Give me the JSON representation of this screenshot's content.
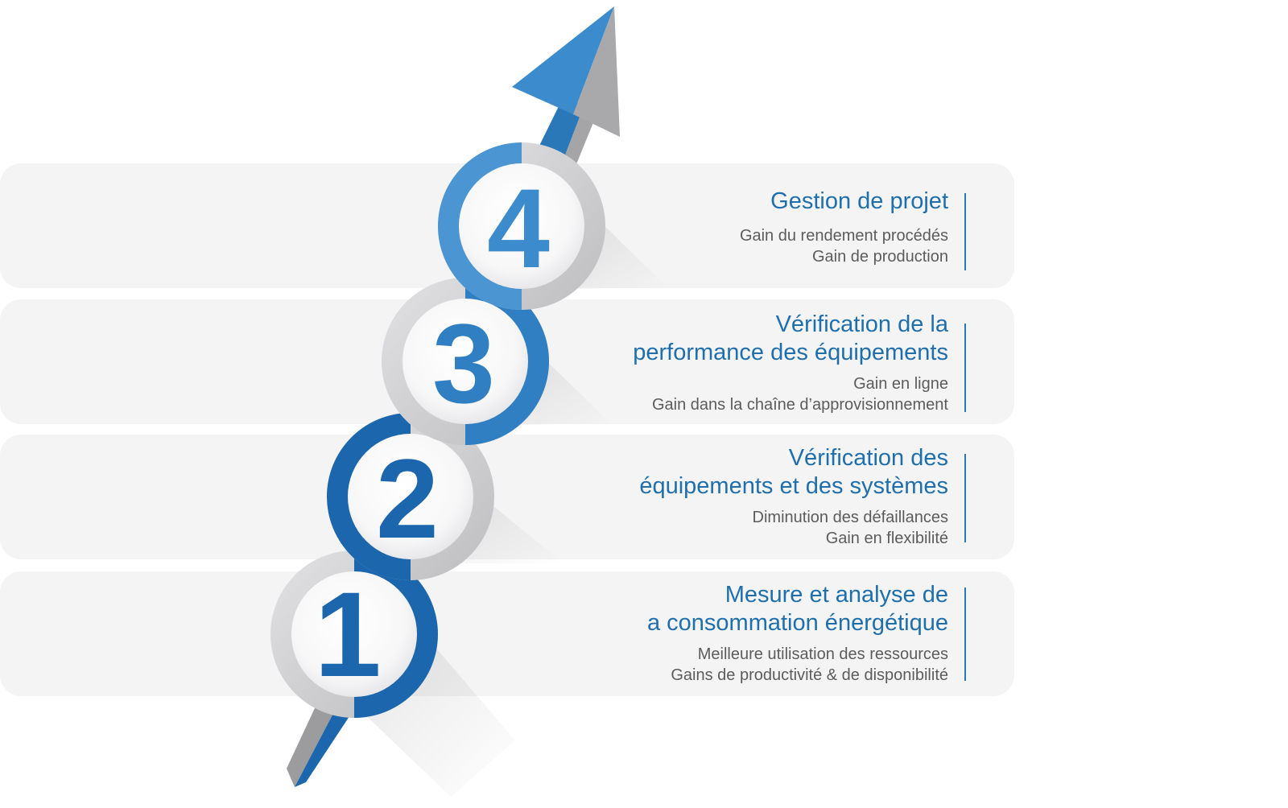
{
  "colors": {
    "blue_dark": "#1b66ad",
    "blue_mid": "#2f7fc2",
    "blue_light": "#4a95d2",
    "grey_ring": "#cfcfd1",
    "panel_bg": "#f4f4f5",
    "title_blue": "#1f6fad",
    "sub_grey": "#5c5c5c"
  },
  "steps": [
    {
      "number": "1",
      "title_line1": "Mesure et analyse de",
      "title_line2": "a consommation énergétique",
      "sub_line1": "Meilleure utilisation des ressources",
      "sub_line2": "Gains de productivité & de disponibilité"
    },
    {
      "number": "2",
      "title_line1": "Vérification des",
      "title_line2": "équipements et des systèmes",
      "sub_line1": "Diminution des défaillances",
      "sub_line2": "Gain en flexibilité"
    },
    {
      "number": "3",
      "title_line1": "Vérification de la",
      "title_line2": "performance des équipements",
      "sub_line1": "Gain en ligne",
      "sub_line2": "Gain dans la chaîne d’approvisionnement"
    },
    {
      "number": "4",
      "title_line1": "Gestion de projet",
      "title_line2": "",
      "sub_line1": "Gain du rendement procédés",
      "sub_line2": "Gain de production"
    }
  ]
}
